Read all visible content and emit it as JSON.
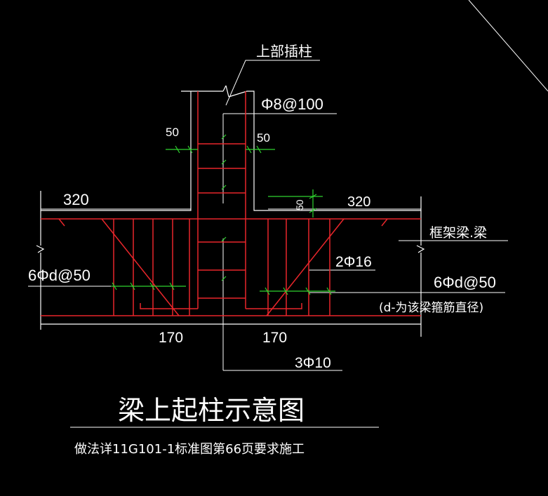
{
  "colors": {
    "background": "#000000",
    "outline": "#ffffff",
    "rebar": "#e8262b",
    "dimension": "#2fd32f"
  },
  "labels": {
    "upper_column": "上部插柱",
    "column_stirrup": "Φ8@100",
    "dim_50_left": "50",
    "dim_50_right": "50",
    "dim_50_vertical": "50",
    "dim_320_left": "320",
    "dim_320_right": "320",
    "frame_beam": "框架梁.梁",
    "left_stirrup": "6Φd@50",
    "right_stirrup": "6Φd@50",
    "bar_2phi16": "2Φ16",
    "note_d": "(d-为该梁箍筋直径)",
    "dim_170_left": "170",
    "dim_170_right": "170",
    "bar_3phi10": "3Φ10"
  },
  "title": {
    "main": "梁上起柱示意图",
    "sub": "做法详11G101-1标准图第66页要求施工"
  }
}
